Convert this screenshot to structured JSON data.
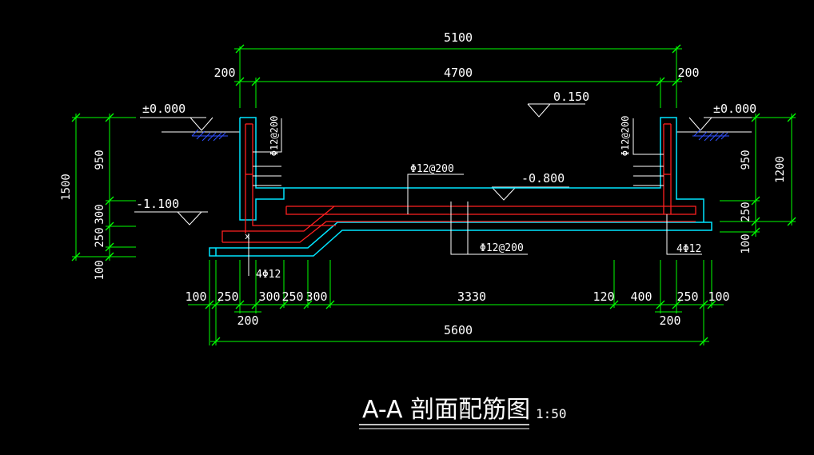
{
  "colors": {
    "background": "#000000",
    "dimension_lines": "#00ff00",
    "concrete_outline": "#00e5ff",
    "rebar": "#ff2020",
    "text": "#ffffff",
    "ground_hatch": "#3050ff"
  },
  "top_dimensions": {
    "overall": "5100",
    "left_wall": "200",
    "inner": "4700",
    "right_wall": "200"
  },
  "elevations": {
    "left_ground": "±0.000",
    "right_ground": "±0.000",
    "top_of_wall": "0.150",
    "floor": "-0.800",
    "pit_floor": "-1.100"
  },
  "left_dimensions": {
    "total": "1500",
    "d1": "950",
    "d2": "300",
    "d3": "250",
    "d4": "100"
  },
  "right_dimensions": {
    "total": "1200",
    "d1": "950",
    "d2": "250",
    "d3": "100"
  },
  "rebar_labels": {
    "left_wall": "Φ12@200",
    "right_wall": "Φ12@200",
    "slab_top": "Φ12@200",
    "slab_bottom": "Φ12@200",
    "left_corner": "4Φ12",
    "right_corner": "4Φ12"
  },
  "bottom_dimensions": {
    "segments": [
      "100",
      "250",
      "300",
      "250",
      "300",
      "3330",
      "120",
      "400",
      "250",
      "100"
    ],
    "left_wall": "200",
    "right_wall": "200",
    "overall": "5600"
  },
  "title": {
    "text": "A-A 剖面配筋图",
    "scale": "1:50"
  }
}
